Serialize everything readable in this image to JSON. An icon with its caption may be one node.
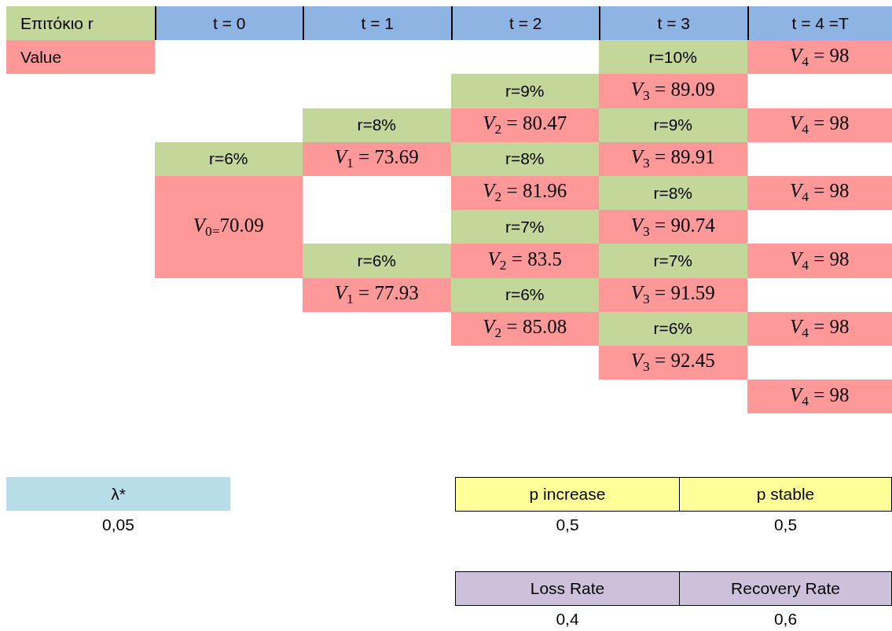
{
  "diagram": {
    "nodes": [
      {
        "text": [
          "Επιτόκιο r"
        ]
      },
      {
        "text": [
          "t = 0"
        ]
      },
      {
        "text": [
          "t = 1"
        ]
      },
      {
        "text": [
          "t = 2"
        ]
      },
      {
        "text": [
          "t = 3"
        ]
      },
      {
        "text": [
          "t = 4 =T"
        ]
      },
      {
        "text": [
          "Value"
        ]
      },
      {
        "text": [
          "r=10%"
        ]
      },
      {
        "text": [
          "*V*$_{4}$ = 98"
        ]
      },
      {
        "text": [
          "r=9%"
        ]
      },
      {
        "text": [
          "*V*$_{3}$ = 89.09"
        ]
      },
      {
        "text": [
          "r=8%"
        ]
      },
      {
        "text": [
          "*V*$_{2}$ = 80.47"
        ]
      },
      {
        "text": [
          "r=9%"
        ]
      },
      {
        "text": [
          "*V*$_{4}$ = 98"
        ]
      },
      {
        "text": [
          "r=6%"
        ]
      },
      {
        "text": [
          "*V*$_{1}$ = 73.69"
        ]
      },
      {
        "text": [
          "r=8%"
        ]
      },
      {
        "text": [
          "*V*$_{3}$ = 89.91"
        ]
      },
      {
        "text": [
          "*V*$_{0=}$70.09"
        ]
      },
      {
        "text": [
          "*V*$_{2}$ = 81.96"
        ]
      },
      {
        "text": [
          "r=8%"
        ]
      },
      {
        "text": [
          "*V*$_{4}$ = 98"
        ]
      },
      {
        "text": [
          "r=7%"
        ]
      },
      {
        "text": [
          "*V*$_{3}$ = 90.74"
        ]
      },
      {
        "text": [
          "r=6%"
        ]
      },
      {
        "text": [
          "*V*$_{2}$ = 83.5"
        ]
      },
      {
        "text": [
          "r=7%"
        ]
      },
      {
        "text": [
          "*V*$_{4}$ = 98"
        ]
      },
      {
        "text": [
          "*V*$_{1}$ = 77.93"
        ]
      },
      {
        "text": [
          "r=6%"
        ]
      },
      {
        "text": [
          "*V*$_{3}$ = 91.59"
        ]
      },
      {
        "text": [
          "*V*$_{2}$ = 85.08"
        ]
      },
      {
        "text": [
          "r=6%"
        ]
      },
      {
        "text": [
          "*V*$_{4}$ = 98"
        ]
      },
      {
        "text": [
          "*V*$_{3}$ = 92.45"
        ]
      },
      {
        "text": [
          "*V*$_{4}$ = 98"
        ]
      },
      {
        "text": [
          "λ*"
        ]
      },
      {
        "text": [
          "p increase"
        ]
      },
      {
        "text": [
          "p stable"
        ]
      },
      {
        "text": [
          "Loss Rate"
        ]
      },
      {
        "text": [
          "Recovery Rate"
        ]
      }
    ],
    "labels": [
      "0,05",
      "0,5",
      "0,5",
      "0,4",
      "0,6"
    ]
  }
}
